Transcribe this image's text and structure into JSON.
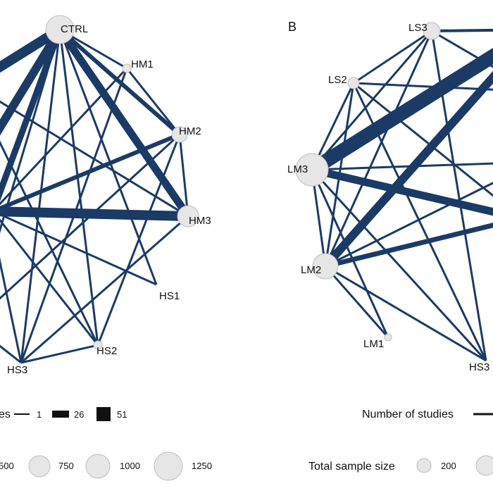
{
  "colors": {
    "edge": "#1b3a66",
    "node_fill": "#e6e6e6",
    "node_stroke": "#bdbdbd",
    "text": "#111111"
  },
  "panel_a": {
    "nodes": [
      "CTRL",
      "HM1",
      "HM2",
      "HM3",
      "HS1",
      "HS2",
      "HS3"
    ],
    "legend_studies_label_fragment": "es",
    "legend_studies_values": [
      "1",
      "26",
      "51"
    ],
    "legend_size_values": [
      "500",
      "750",
      "1000",
      "1250"
    ]
  },
  "panel_b": {
    "letter": "B",
    "nodes": [
      "LS3",
      "LS2",
      "LM3",
      "LM2",
      "LM1",
      "HS3"
    ],
    "legend_studies_label": "Number of studies",
    "legend_size_label": "Total sample size",
    "legend_size_values": [
      "200"
    ]
  }
}
